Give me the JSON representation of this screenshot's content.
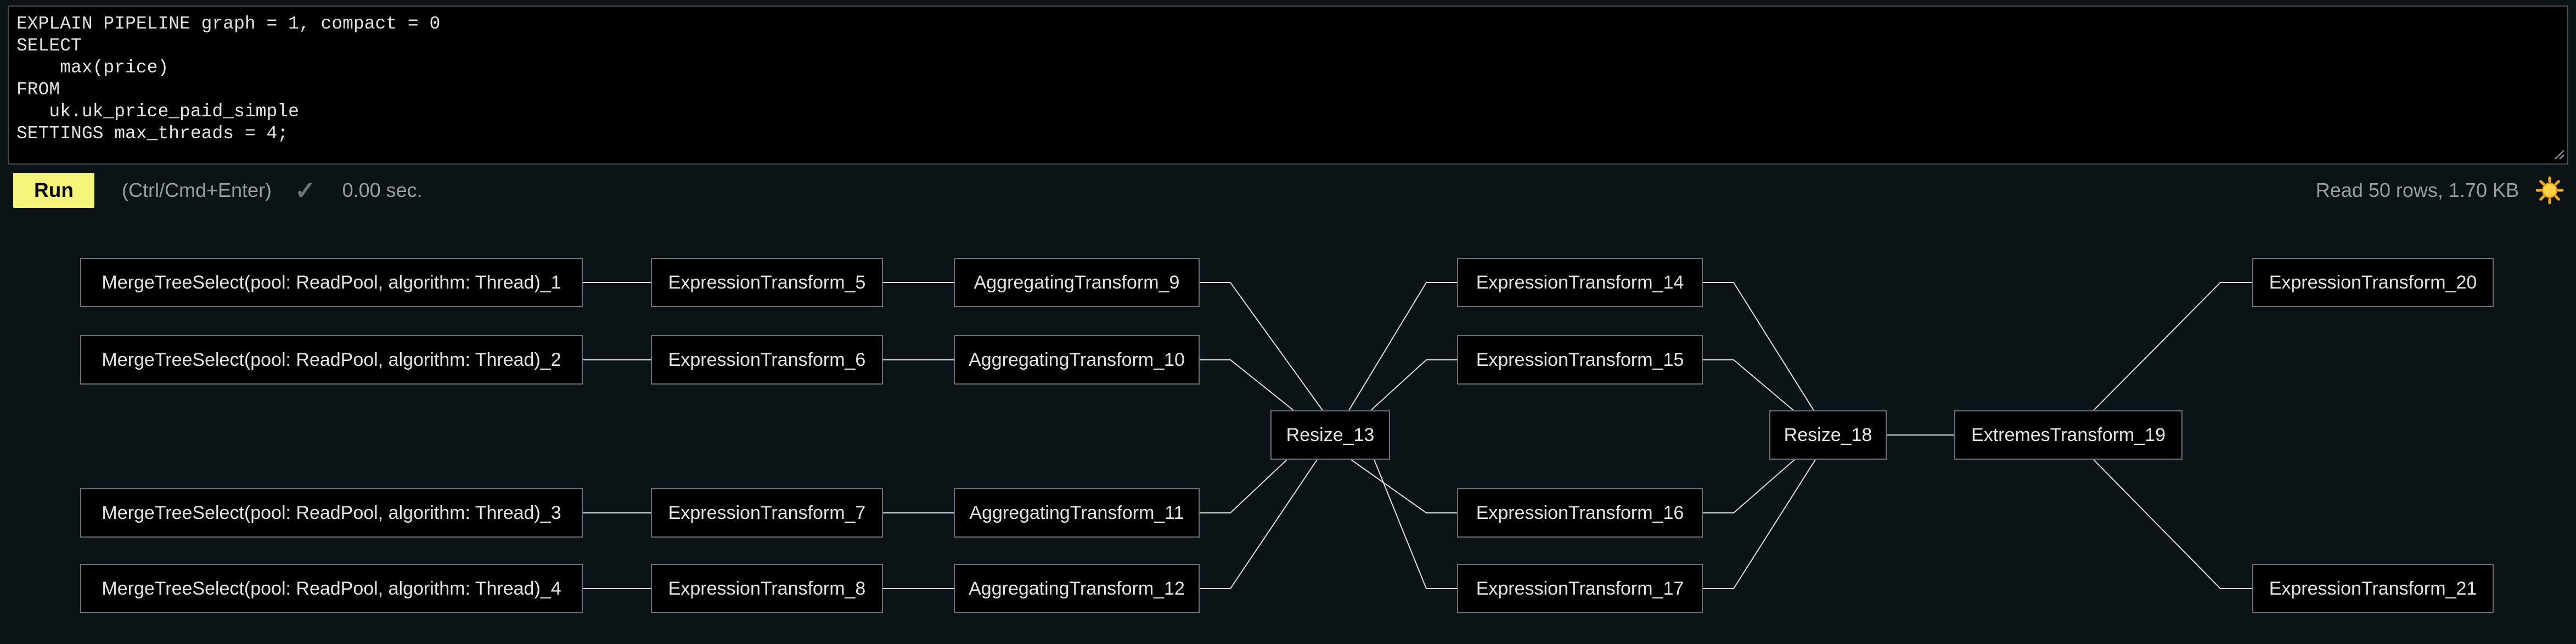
{
  "editor": {
    "sql": "EXPLAIN PIPELINE graph = 1, compact = 0\nSELECT\n    max(price)\nFROM\n   uk.uk_price_paid_simple\nSETTINGS max_threads = 4;"
  },
  "toolbar": {
    "run_label": "Run",
    "shortcut_hint": "(Ctrl/Cmd+Enter)",
    "check_icon": "✓",
    "elapsed": "0.00 sec.",
    "stats": "Read 50 rows, 1.70 KB"
  },
  "colors": {
    "page_bg": "#0b1317",
    "editor_bg": "#000000",
    "accent_yellow": "#f5f57b",
    "node_bg": "#000000",
    "node_border": "#6e7173",
    "edge_line": "#dcdcdc",
    "muted_text": "#9a9fa3",
    "sun_yellow": "#fdd043",
    "sun_orange": "#f5a623"
  },
  "graph": {
    "nodes": [
      {
        "id": 1,
        "label": "MergeTreeSelect(pool: ReadPool, algorithm: Thread)_1"
      },
      {
        "id": 2,
        "label": "MergeTreeSelect(pool: ReadPool, algorithm: Thread)_2"
      },
      {
        "id": 3,
        "label": "MergeTreeSelect(pool: ReadPool, algorithm: Thread)_3"
      },
      {
        "id": 4,
        "label": "MergeTreeSelect(pool: ReadPool, algorithm: Thread)_4"
      },
      {
        "id": 5,
        "label": "ExpressionTransform_5"
      },
      {
        "id": 6,
        "label": "ExpressionTransform_6"
      },
      {
        "id": 7,
        "label": "ExpressionTransform_7"
      },
      {
        "id": 8,
        "label": "ExpressionTransform_8"
      },
      {
        "id": 9,
        "label": "AggregatingTransform_9"
      },
      {
        "id": 10,
        "label": "AggregatingTransform_10"
      },
      {
        "id": 11,
        "label": "AggregatingTransform_11"
      },
      {
        "id": 12,
        "label": "AggregatingTransform_12"
      },
      {
        "id": 13,
        "label": "Resize_13"
      },
      {
        "id": 14,
        "label": "ExpressionTransform_14"
      },
      {
        "id": 15,
        "label": "ExpressionTransform_15"
      },
      {
        "id": 16,
        "label": "ExpressionTransform_16"
      },
      {
        "id": 17,
        "label": "ExpressionTransform_17"
      },
      {
        "id": 18,
        "label": "Resize_18"
      },
      {
        "id": 19,
        "label": "ExtremesTransform_19"
      },
      {
        "id": 20,
        "label": "ExpressionTransform_20"
      },
      {
        "id": 21,
        "label": "ExpressionTransform_21"
      }
    ],
    "edges": [
      [
        1,
        5
      ],
      [
        2,
        6
      ],
      [
        3,
        7
      ],
      [
        4,
        8
      ],
      [
        5,
        9
      ],
      [
        6,
        10
      ],
      [
        7,
        11
      ],
      [
        8,
        12
      ],
      [
        9,
        13
      ],
      [
        10,
        13
      ],
      [
        11,
        13
      ],
      [
        12,
        13
      ],
      [
        13,
        14
      ],
      [
        13,
        15
      ],
      [
        13,
        16
      ],
      [
        13,
        17
      ],
      [
        14,
        18
      ],
      [
        15,
        18
      ],
      [
        16,
        18
      ],
      [
        17,
        18
      ],
      [
        18,
        19
      ],
      [
        19,
        20
      ],
      [
        19,
        21
      ]
    ]
  }
}
